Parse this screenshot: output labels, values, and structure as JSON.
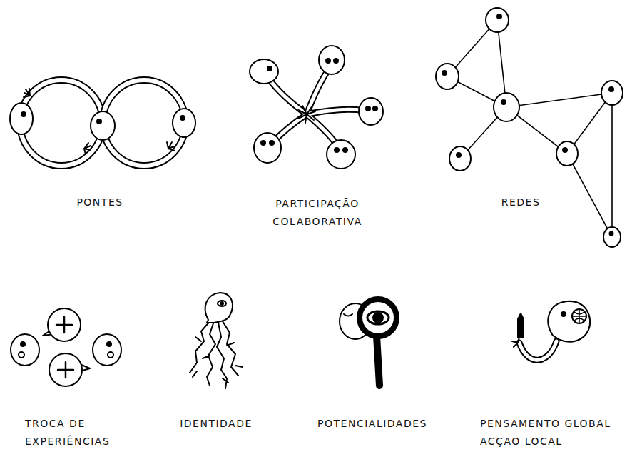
{
  "diagram": {
    "labels": [
      "PONTES",
      "PARTICIPAÇÃO COLABORATIVA",
      "REDES",
      "TROCA DE EXPERIÊNCIAS",
      "IDENTIDADE",
      "POTENCIALIDADES",
      "PENSAMENTO GLOBAL ACÇÃO LOCAL"
    ]
  }
}
